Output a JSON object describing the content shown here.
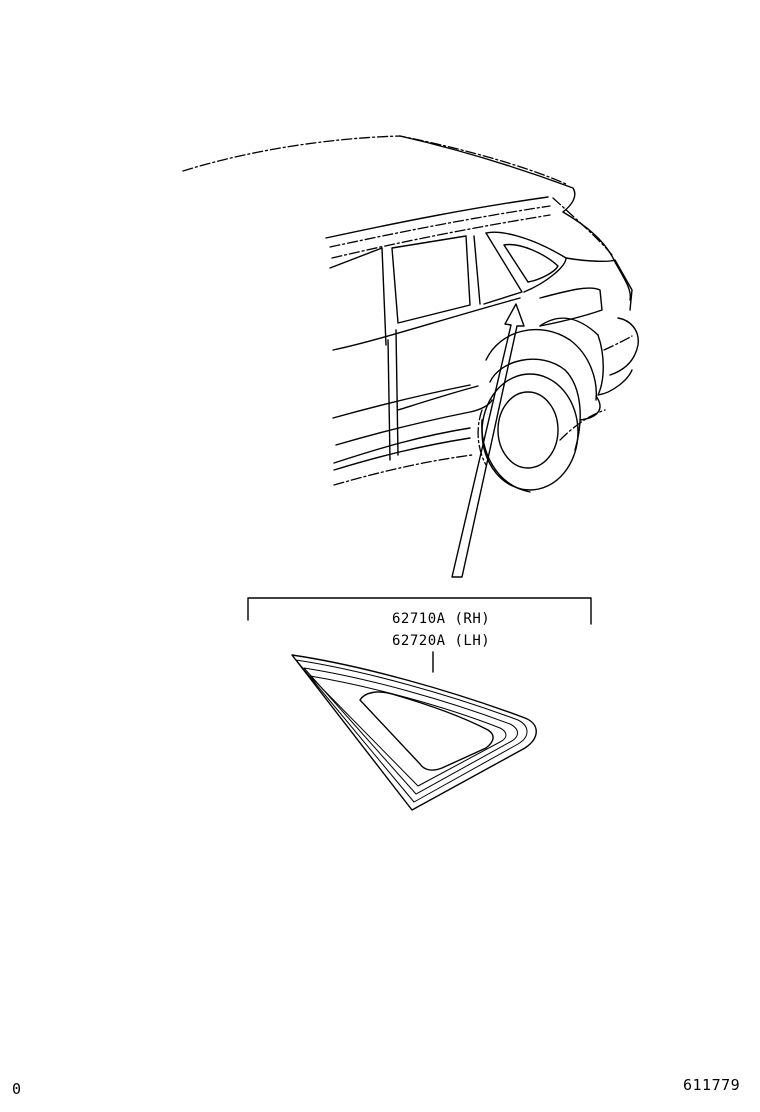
{
  "labels": {
    "part_rh": "62710A (RH)",
    "part_lh": "62720A (LH)",
    "corner_left": "0",
    "corner_right": "611779"
  },
  "icons": [
    "vehicle-rear-quarter-outline",
    "quarter-window-glass",
    "pointer-arrow"
  ]
}
